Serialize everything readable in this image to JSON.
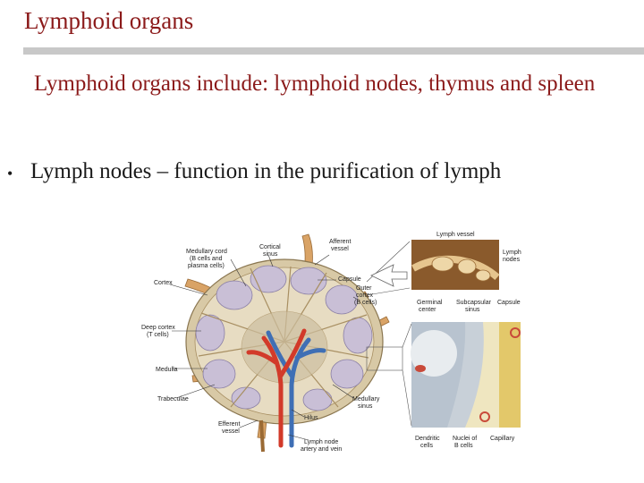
{
  "slide": {
    "title": "Lymphoid organs",
    "subtitle": "Lymphoid organs include: lymphoid nodes, thymus and spleen",
    "bullet": "Lymph nodes – function in the purification of lymph"
  },
  "figure": {
    "labels": {
      "medullary_cord": "Medullary cord",
      "medullary_cord_2": "(B cells and",
      "medullary_cord_3": "plasma cells)",
      "cortical_sinus": "Cortical",
      "cortical_sinus_2": "sinus",
      "afferent_vessel": "Afferent",
      "afferent_vessel_2": "vessel",
      "capsule_left": "Capsule",
      "outer_cortex": "Outer",
      "outer_cortex_2": "cortex",
      "outer_cortex_3": "(B cells)",
      "cortex": "Cortex",
      "deep_cortex": "Deep cortex",
      "deep_cortex_2": "(T cells)",
      "medulla": "Medulla",
      "trabeculae": "Trabeculae",
      "efferent_vessel": "Efferent",
      "efferent_vessel_2": "vessel",
      "hilus": "Hilus",
      "medullary_sinus": "Medullary",
      "medullary_sinus_2": "sinus",
      "artery_vein": "Lymph node",
      "artery_vein_2": "artery and vein",
      "lymph_vessel": "Lymph vessel",
      "lymph_nodes": "Lymph",
      "lymph_nodes_2": "nodes",
      "germinal_center": "Germinal",
      "germinal_center_2": "center",
      "subcapsular_sinus": "Subcapsular",
      "subcapsular_sinus_2": "sinus",
      "capsule_right": "Capsule",
      "dendritic_cells": "Dendritic",
      "dendritic_cells_2": "cells",
      "nuclei_b_cells": "Nuclei of",
      "nuclei_b_cells_2": "B cells",
      "capillary": "Capillary"
    },
    "colors": {
      "node_fill": "#d8c9a6",
      "cortex_fill": "#c9bfd6",
      "follicle_fill": "#b9b0cc",
      "artery": "#d23a2a",
      "vein": "#3f6fb5",
      "vessel": "#d9a366",
      "title_red": "#8b1a1a"
    }
  }
}
